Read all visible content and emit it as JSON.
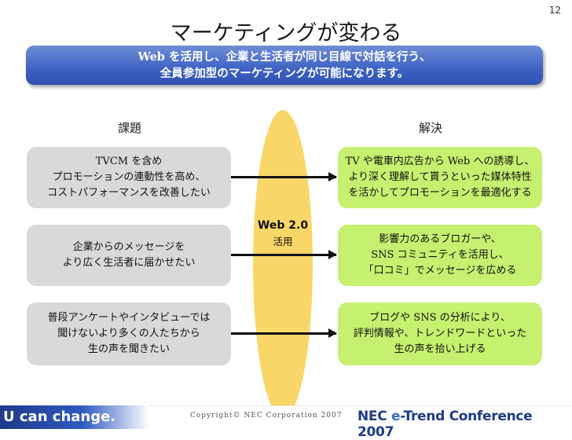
{
  "page_number": "12",
  "title": "マーケティングが変わる",
  "banner": {
    "line1": "Web を活用し、企業と生活者が同じ目線で対話を行う、",
    "line2": "全員参加型のマーケティングが可能になります。"
  },
  "columns": {
    "left": "課題",
    "right": "解決"
  },
  "center": {
    "label": "Web 2.0",
    "sub": "活用"
  },
  "rows": [
    {
      "issue": [
        "TVCM を含め",
        "プロモーションの連動性を高め、",
        "コストパフォーマンスを改善したい"
      ],
      "solution": [
        "TV や電車内広告から Web への誘導し、",
        "より深く理解して貰うといった媒体特性",
        "を活かしてプロモーションを最適化する"
      ]
    },
    {
      "issue": [
        "企業からのメッセージを",
        "より広く生活者に届かせたい"
      ],
      "solution": [
        "影響力のあるブロガーや、",
        "SNS コミュニティを活用し、",
        "「口コミ」でメッセージを広める"
      ]
    },
    {
      "issue": [
        "普段アンケートやインタビューでは",
        "聞けないより多くの人たちから",
        "生の声を聞きたい"
      ],
      "solution": [
        "ブログや SNS の分析により、",
        "評判情報や、トレンドワードといった",
        "生の声を拾い上げる"
      ]
    }
  ],
  "footer": {
    "slogan": "U can change.",
    "copyright": "Copyright© NEC Corporation 2007",
    "conference_prefix": "NEC ",
    "conference_e": "e",
    "conference_rest": "-Trend Conference 2007"
  },
  "colors": {
    "banner": "#3d62c4",
    "ellipse": "#f8d668",
    "issue_box": "#d9d9d9",
    "solution_box": "#c6f070"
  }
}
